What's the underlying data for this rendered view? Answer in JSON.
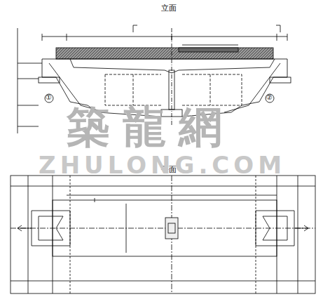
{
  "diagram": {
    "labels": [
      "立面",
      "平面",
      "①",
      "②",
      "築龍網",
      "ZHULONG.COM"
    ]
  }
}
